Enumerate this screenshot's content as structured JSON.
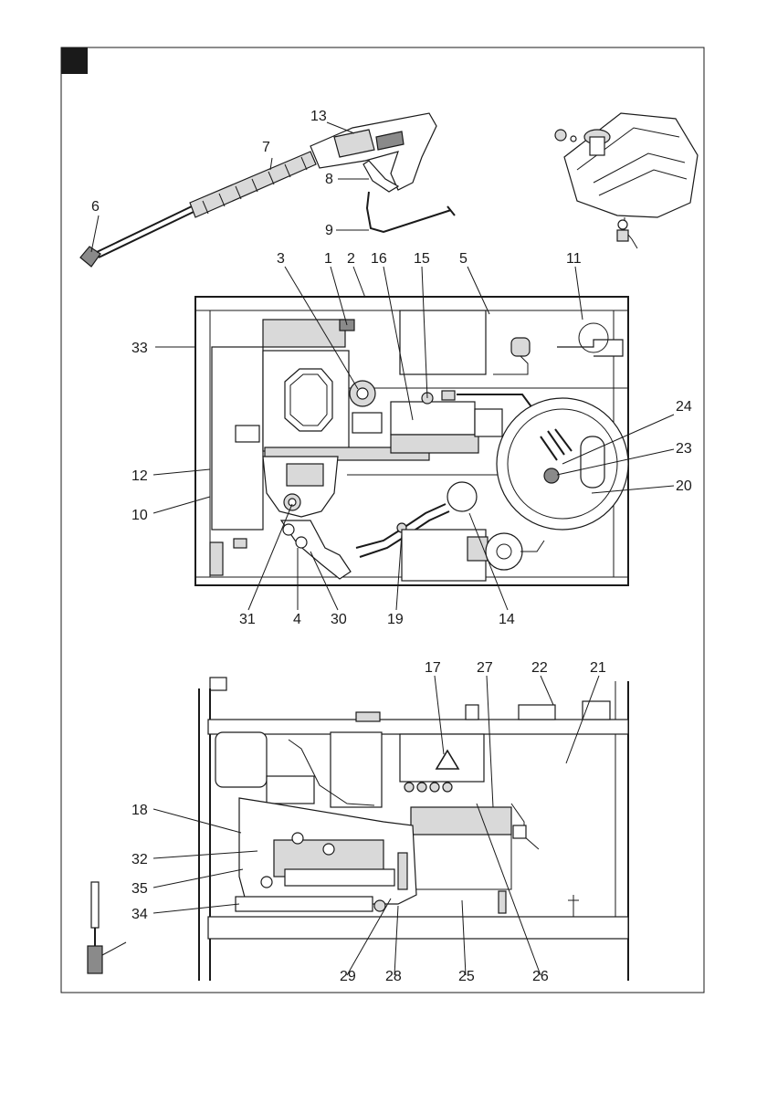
{
  "figure": {
    "marker": "black-square-marker"
  },
  "callouts": {
    "gun": [
      "13",
      "7",
      "8",
      "6",
      "9"
    ],
    "top_view": [
      "3",
      "1",
      "2",
      "16",
      "15",
      "5",
      "11",
      "33",
      "24",
      "23",
      "20",
      "12",
      "10",
      "31",
      "4",
      "30",
      "19",
      "14"
    ],
    "bottom_view": [
      "17",
      "27",
      "22",
      "21",
      "18",
      "32",
      "35",
      "34",
      "29",
      "28",
      "25",
      "26"
    ]
  },
  "icons": {
    "warning": "warning-triangle-icon"
  },
  "colors": {
    "line": "#1a1a1a",
    "fill_light": "#d9d9d9",
    "fill_dark": "#8a8a8a",
    "background": "#ffffff"
  }
}
